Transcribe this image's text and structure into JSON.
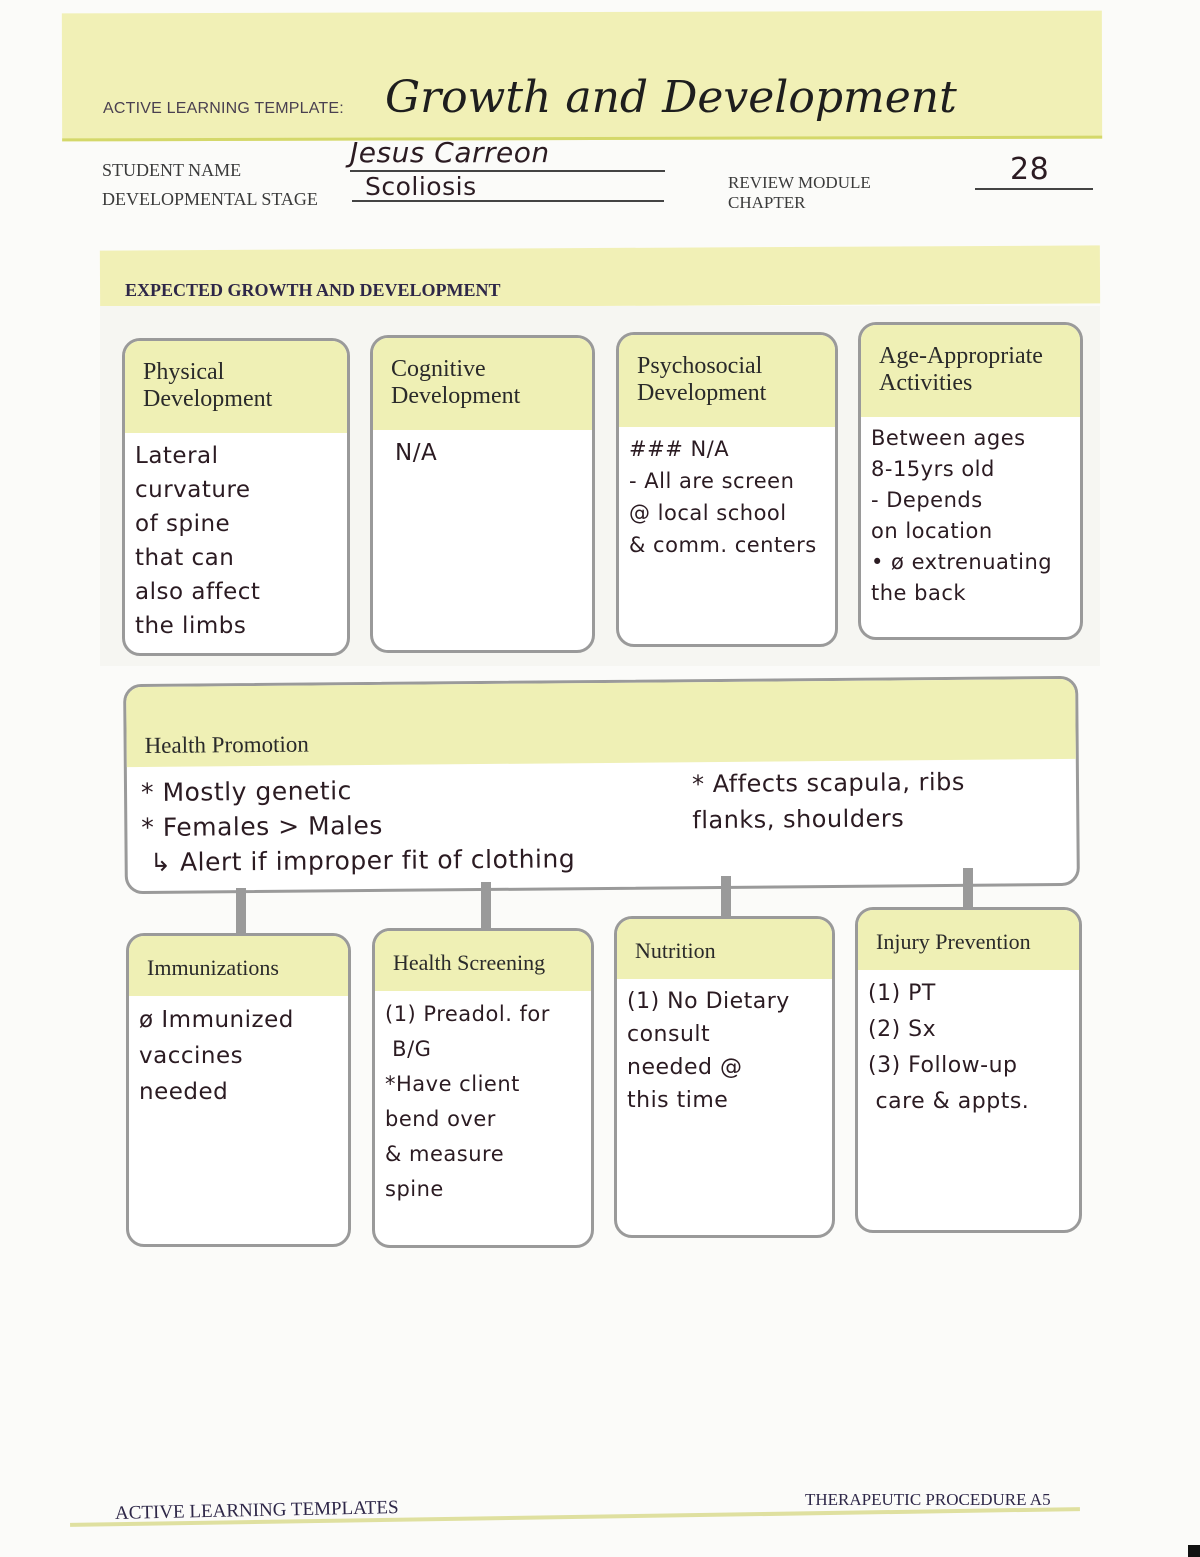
{
  "header": {
    "template_label": "ACTIVE LEARNING TEMPLATE:",
    "title": "Growth and Development",
    "student_name_label": "STUDENT NAME",
    "student_name_value": "Jesus Carreon",
    "developmental_stage_label": "DEVELOPMENTAL STAGE",
    "developmental_stage_value": "Scoliosis",
    "review_module_label": "REVIEW MODULE",
    "chapter_label": "CHAPTER",
    "chapter_value": "28"
  },
  "expected_section": {
    "title": "EXPECTED GROWTH AND DEVELOPMENT",
    "cards": [
      {
        "title": "Physical\nDevelopment",
        "content": "Lateral\ncurvature\nof spine\nthat can\n also affect\n the limbs"
      },
      {
        "title": "Cognitive\nDevelopment",
        "content": "N/A"
      },
      {
        "title": "Psychosocial\nDevelopment",
        "content": "### N/A\n- All are screen\n@ local school\n& comm. centers"
      },
      {
        "title": "Age-Appropriate\nActivities",
        "content": "Between ages\n8-15yrs old\n- Depends\non location\n• ø extrenuating\nthe back"
      }
    ]
  },
  "health_promotion": {
    "title": "Health Promotion",
    "left_notes": "* Mostly genetic\n* Females > Males\n ↳ Alert if improper fit of clothing",
    "right_notes": "* Affects scapula, ribs\nflanks, shoulders"
  },
  "bottom_cards": [
    {
      "title": "Immunizations",
      "content": "ø Immunized\nvaccines\nneeded"
    },
    {
      "title": "Health Screening",
      "content": "(1) Preadol. for\n B/G\n*Have client\nbend over\n& measure\nspine"
    },
    {
      "title": "Nutrition",
      "content": "(1) No Dietary\nconsult\nneeded @\nthis time"
    },
    {
      "title": "Injury Prevention",
      "content": "(1) PT\n(2) Sx\n(3) Follow-up\n care & appts."
    }
  ],
  "footer": {
    "left": "ACTIVE LEARNING TEMPLATES",
    "right": "THERAPEUTIC PROCEDURE  A5"
  },
  "colors": {
    "band_yellow": "#f1f0b6",
    "card_header_yellow": "#eff0b5",
    "card_border": "#9a9a9a",
    "ink": "#2b1b22",
    "heading_purple": "#2e2748"
  }
}
